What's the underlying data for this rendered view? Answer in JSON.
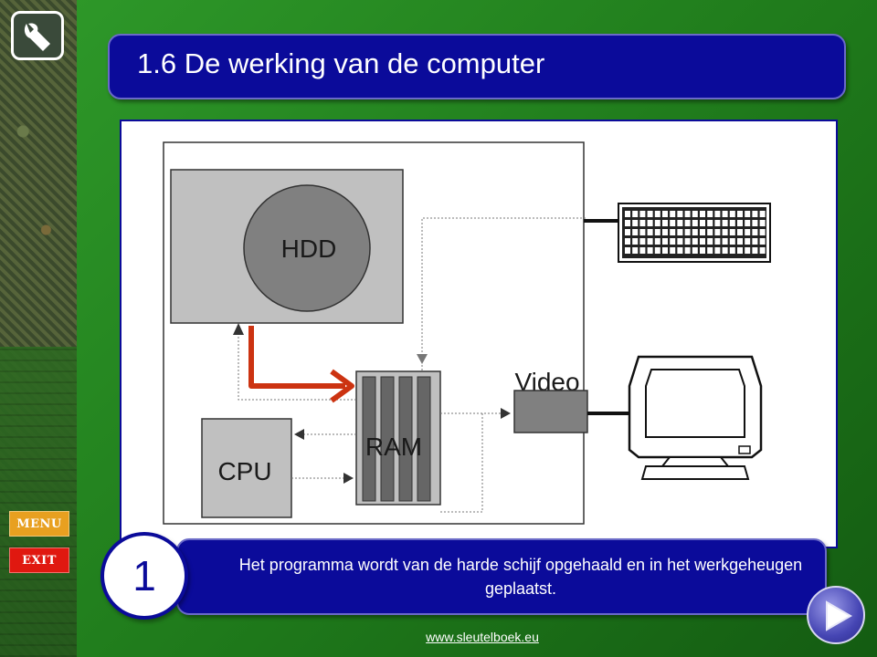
{
  "sidebar": {
    "logo_icon": "wrench-icon",
    "menu_label": "MENU",
    "exit_label": "EXIT"
  },
  "header": {
    "title": "1.6  De werking van de computer"
  },
  "diagram": {
    "hdd_label": "HDD",
    "ram_label": "RAM",
    "cpu_label": "CPU",
    "video_label": "Video",
    "keyboard_icon": "keyboard-icon",
    "monitor_icon": "monitor-icon",
    "highlight_arrow_color": "#cc3311"
  },
  "caption": {
    "step_number": "1",
    "text": "Het programma wordt van de harde schijf opgehaald en in het werkgeheugen geplaatst."
  },
  "footer": {
    "website": "www.sleutelboek.eu",
    "next_icon": "play-next-icon"
  },
  "colors": {
    "primary_blue": "#0b0b9a",
    "menu_orange": "#e8a020",
    "exit_red": "#e01810"
  }
}
